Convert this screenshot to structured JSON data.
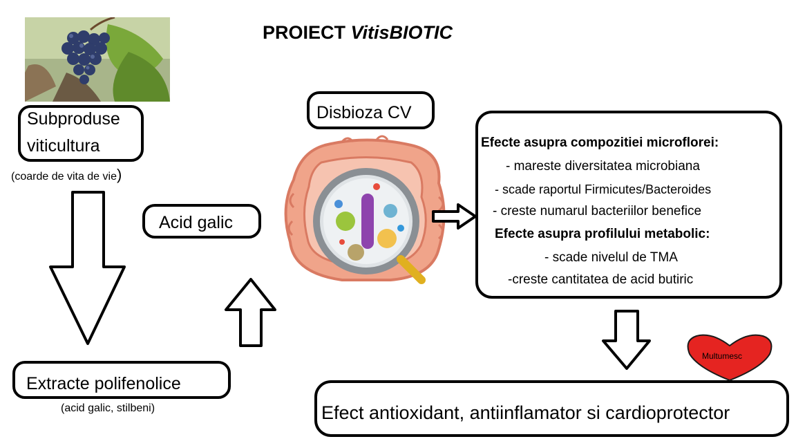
{
  "title": {
    "main": "PROIECT ",
    "italic": "VitisBIOTIC"
  },
  "nodes": {
    "byproducts": {
      "line1": "Subproduse",
      "line2": "viticultura",
      "note_open": "(coarde de vita de vie",
      "note_close": ")"
    },
    "extracts": {
      "label": "Extracte polifenolice",
      "note": "(acid galic, stilbeni)"
    },
    "acid": {
      "label": "Acid galic"
    },
    "dysbiosis": {
      "label": "Disbioza CV"
    },
    "effects": {
      "heading1": "Efecte asupra compozitiei microflorei:",
      "items1": [
        "- mareste diversitatea microbiana",
        "- scade raportul Firmicutes/Bacteroides",
        "- creste numarul bacteriilor benefice"
      ],
      "heading2": "Efecte asupra profilului metabolic:",
      "items2": [
        "- scade nivelul de TMA",
        "-creste cantitatea de acid butiric"
      ]
    },
    "outcome": {
      "label": "Efect antioxidant, antiinflamator si cardioprotector"
    },
    "heart": {
      "label": "Multumesc"
    }
  },
  "colors": {
    "heart": "#e52421",
    "intestine": "#f0a48a",
    "intestine_dark": "#d97a62",
    "grape": "#3b4a7a",
    "leaf": "#7aa83a"
  }
}
